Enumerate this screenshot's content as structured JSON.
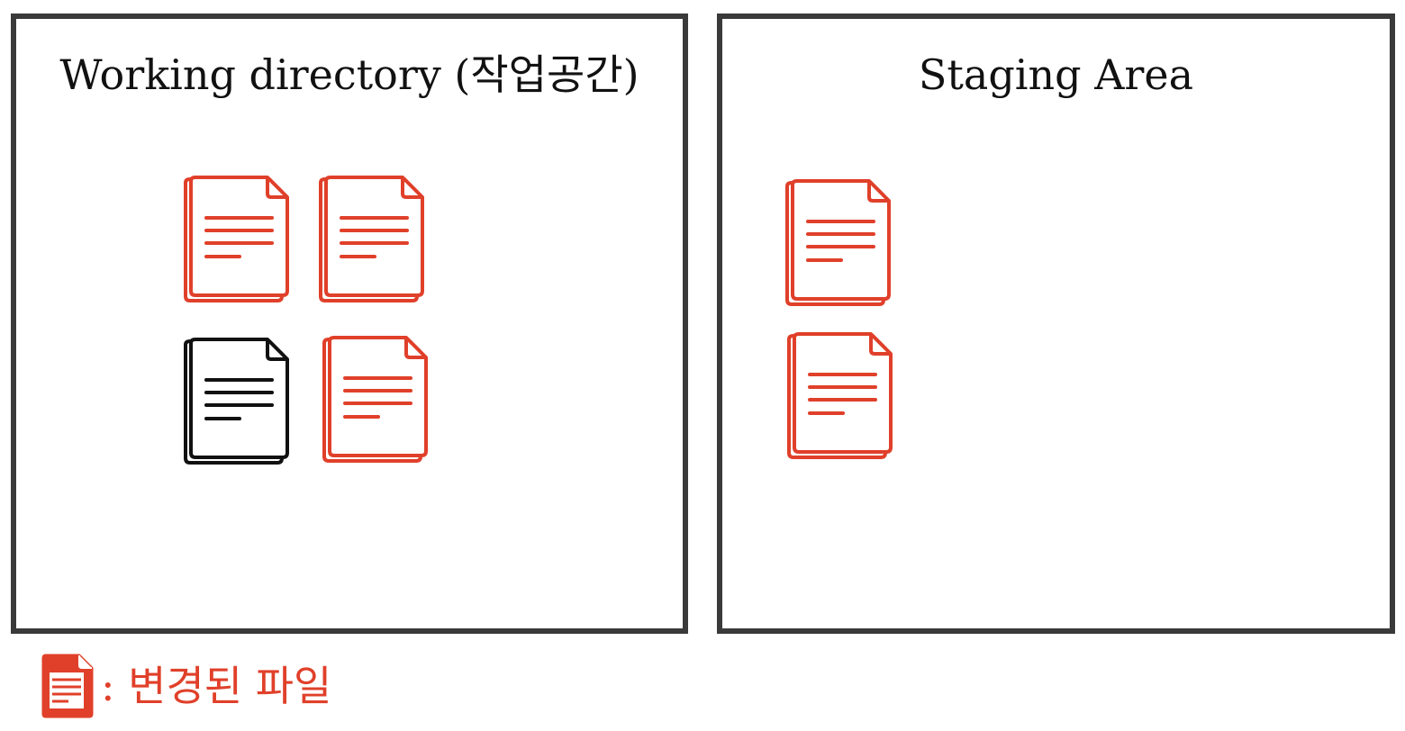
{
  "colors": {
    "changed": "#e0402a",
    "unchanged": "#111111",
    "border": "#3a3a3a"
  },
  "working_directory": {
    "title": "Working directory (작업공간)",
    "files": [
      {
        "status": "changed",
        "icon": "document-icon"
      },
      {
        "status": "changed",
        "icon": "document-icon"
      },
      {
        "status": "unchanged",
        "icon": "document-icon"
      },
      {
        "status": "changed",
        "icon": "document-icon"
      }
    ]
  },
  "staging_area": {
    "title": "Staging Area",
    "files": [
      {
        "status": "changed",
        "icon": "document-icon"
      },
      {
        "status": "changed",
        "icon": "document-icon"
      }
    ]
  },
  "legend": {
    "icon": "document-icon",
    "label": ": 변경된 파일"
  }
}
